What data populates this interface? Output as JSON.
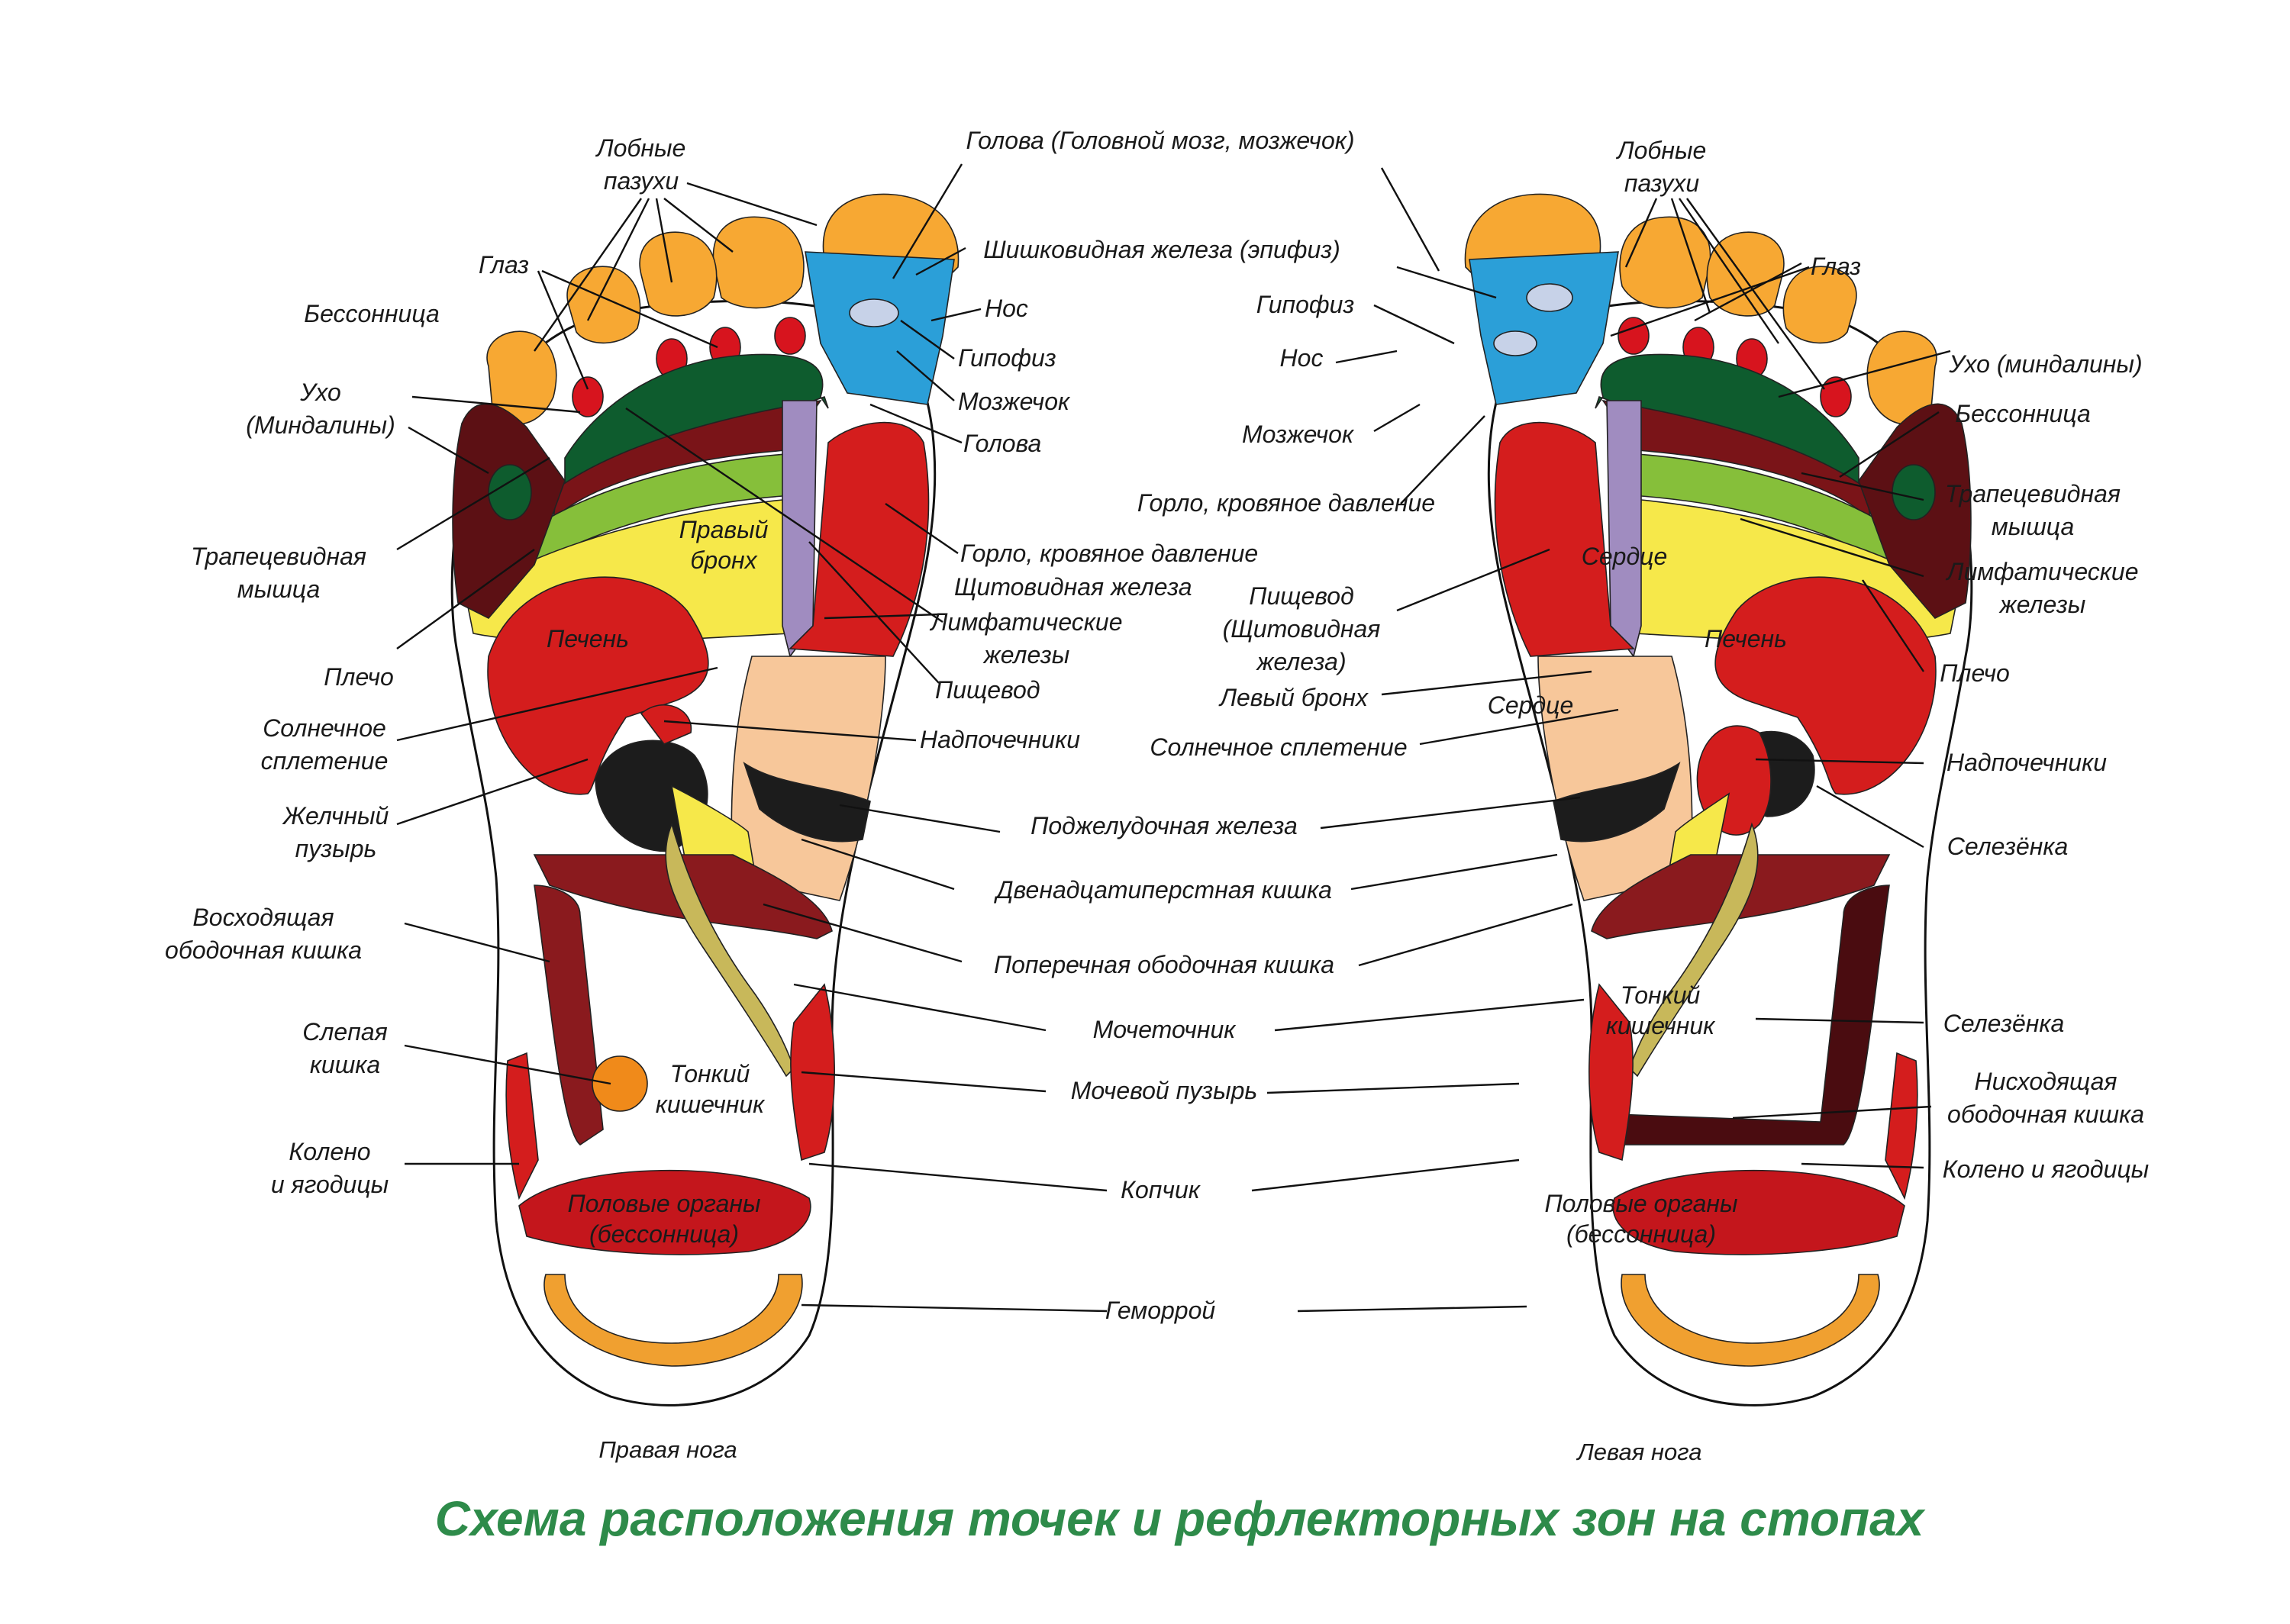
{
  "title": "Схема расположения точек и рефлекторных зон на стопах",
  "captions": {
    "right_foot": "Правая нога",
    "left_foot": "Левая нога"
  },
  "colors": {
    "toe": "#f7a833",
    "toe_red": "#d7141e",
    "head_blue": "#2b9fd8",
    "dark_green": "#0e5c2e",
    "dark_red": "#7a1418",
    "maroon": "#5c1014",
    "light_green": "#86bf3a",
    "yellow": "#f6e84a",
    "red": "#d41d1d",
    "peach": "#f7c79a",
    "lavender": "#a08cc0",
    "black": "#1c1c1c",
    "olive": "#c8b85a",
    "orange_ring": "#f0a030",
    "title_green": "#2e8b4a"
  },
  "inner_labels": {
    "right_bronch": [
      "Правый",
      "бронх"
    ],
    "liver_r": "Печень",
    "small_int_r": [
      "Тонкий",
      "кишечник"
    ],
    "genital_r": [
      "Половые органы",
      "(бессонница)"
    ],
    "heart_l": "Сердце",
    "liver_l": "Печень",
    "heart_l2": "Сердце",
    "small_int_l": [
      "Тонкий",
      "кишечник"
    ],
    "genital_l": [
      "Половые органы",
      "(бессонница)"
    ]
  },
  "labels_left": {
    "frontal_sinus": [
      "Лобные",
      "пазухи"
    ],
    "eye": "Глаз",
    "insomnia": "Бессонница",
    "ear": [
      "Ухо",
      "(Миндалины)"
    ],
    "trapezius": [
      "Трапецевидная",
      "мышца"
    ],
    "shoulder": "Плечо",
    "solar": [
      "Солнечное",
      "сплетение"
    ],
    "gall": [
      "Желчный",
      "пузырь"
    ],
    "ascending": [
      "Восходящая",
      "ободочная кишка"
    ],
    "cecum": [
      "Слепая",
      "кишка"
    ],
    "knee": [
      "Колено",
      "и ягодицы"
    ]
  },
  "labels_center": {
    "head_brain": "Голова (Головной мозг, мозжечок)",
    "pineal": "Шишковидная железа (эпифиз)",
    "nose": "Нос",
    "pituitary": "Гипофиз",
    "cerebellum": "Мозжечок",
    "head": "Голова",
    "throat": "Горло, кровяное давление",
    "thyroid": "Щитовидная железа",
    "lymph": [
      "Лимфатические",
      "железы"
    ],
    "esophagus": "Пищевод",
    "adrenal": "Надпочечники",
    "pancreas": "Поджелудочная железа",
    "duodenum": "Двенадцатиперстная кишка",
    "transverse": "Поперечная ободочная кишка",
    "ureter": "Мочеточник",
    "bladder": "Мочевой пузырь",
    "coccyx": "Копчик",
    "hemorrhoid": "Геморрой",
    "pineal_l": "Шишковидная железа (эпифиз)",
    "pituitary_l": "Гипофиз",
    "nose_l": "Нос",
    "cerebellum_l": "Мозжечок",
    "throat_l": "Горло, кровяное давление",
    "esophagus_l": [
      "Пищевод",
      "(Щитовидная",
      "железа)"
    ],
    "left_bronch": "Левый бронх",
    "solar_l": "Солнечное сплетение"
  },
  "labels_right": {
    "frontal_sinus": [
      "Лобные",
      "пазухи"
    ],
    "eye": "Глаз",
    "ear": "Ухо (миндалины)",
    "insomnia": "Бессонница",
    "trapezius": [
      "Трапецевидная",
      "мышца"
    ],
    "lymph": [
      "Лимфатические",
      "железы"
    ],
    "shoulder": "Плечо",
    "adrenal": "Надпочечники",
    "spleen": "Селезёнка",
    "spleen2": "Селезёнка",
    "descending": [
      "Нисходящая",
      "ободочная кишка"
    ],
    "knee": "Колено и ягодицы"
  }
}
